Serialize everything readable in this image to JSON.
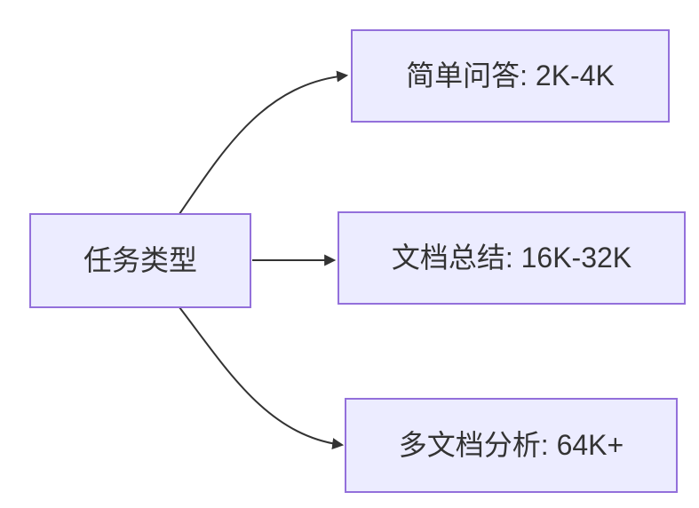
{
  "diagram": {
    "type": "flowchart",
    "root": {
      "label": "任务类型"
    },
    "children": [
      {
        "label": "简单问答: 2K-4K"
      },
      {
        "label": "文档总结: 16K-32K"
      },
      {
        "label": "多文档分析: 64K+"
      }
    ],
    "colors": {
      "node_fill": "#ECECFF",
      "node_border": "#9370DB",
      "node_text": "#333333",
      "edge": "#333333",
      "background": "#FFFFFF"
    }
  }
}
